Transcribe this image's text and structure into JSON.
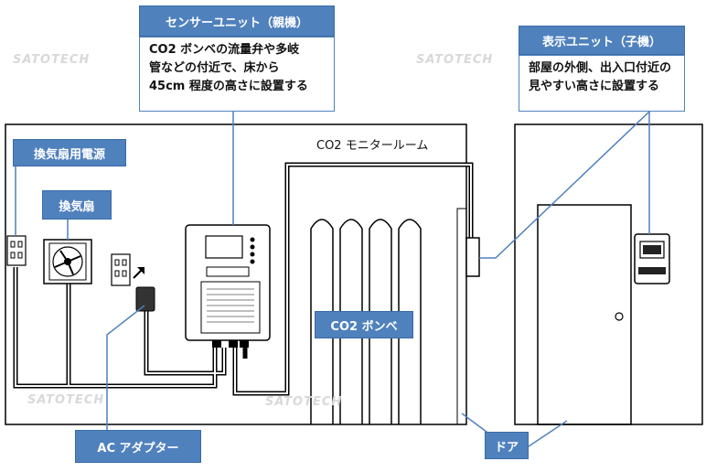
{
  "labels": {
    "sensor_unit": "センサーユニット（親機）",
    "display_unit": "表示ユニット（子機）",
    "fan_power": "換気扇用電源",
    "fan": "換気扇",
    "co2_cylinder": "CO2 ボンベ",
    "ac_adapter": "AC アダプター",
    "door": "ドア"
  },
  "notes": {
    "sensor_unit": [
      "CO2 ボンベの流量弁や多岐",
      "管などの付近で、床から",
      "45cm 程度の高さに設置する"
    ],
    "display_unit": [
      "部屋の外側、出入口付近の",
      "見やすい高さに設置する"
    ]
  },
  "room_title": "CO2 モニタールーム",
  "watermark": "SATOTECH",
  "colors": {
    "accent": "#4f81bd",
    "line": "#000000",
    "leader": "#4f81bd"
  }
}
